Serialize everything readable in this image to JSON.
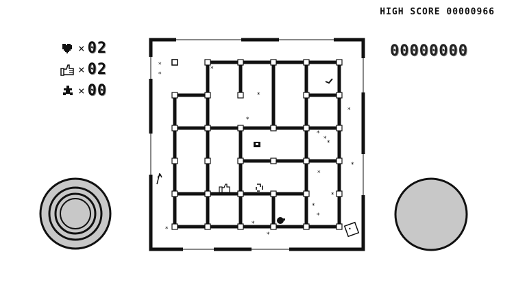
{
  "hud": {
    "high_score_label": "HIGH SCORE",
    "high_score_value": "00000966",
    "score": "00000000",
    "lives": {
      "icon": "heart-icon",
      "mult": "×",
      "value": "02"
    },
    "thumbs": {
      "icon": "thumbs-up-icon",
      "mult": "×",
      "value": "02"
    },
    "stars": {
      "icon": "splat-icon",
      "mult": "×",
      "value": "00"
    }
  },
  "colors": {
    "ink": "#111111",
    "pad": "#c8c8c8",
    "bg": "#ffffff"
  }
}
